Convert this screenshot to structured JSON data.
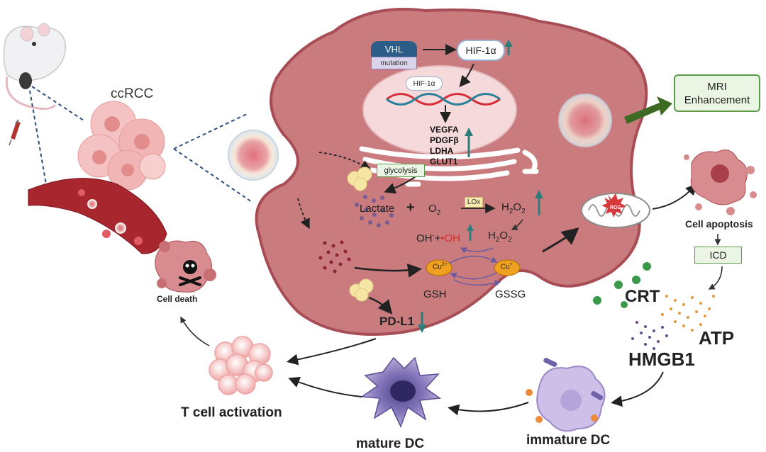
{
  "labels": {
    "ccrcc": "ccRCC",
    "vhl": "VHL",
    "mutation": "mutation",
    "hif_top": "HIF-1α",
    "hif_dna": "HIF-1α",
    "genes": [
      "VEGFA",
      "PDGFβ",
      "LDHA",
      "GLUT1"
    ],
    "glycolysis": "glycolysis",
    "lactate": "Lactate",
    "plus": "+",
    "o2_base": "O",
    "o2_sub": "2",
    "lox": "LOx",
    "h2o2_top": "H",
    "h2o2_mid": "O",
    "sub2": "2",
    "oh_minus": "OH",
    "minus": "-",
    "oh_plus": "+",
    "oh_radical": "•OH",
    "cu2": "Cu",
    "cu2_sup": "2+",
    "cu1": "Cu",
    "cu1_sup": "+",
    "gsh": "GSH",
    "gssg": "GSSG",
    "pdl1": "PD-L1",
    "ros": "ROS",
    "mri": "MRI",
    "enhancement": "Enhancement",
    "cell_apoptosis": "Cell apoptosis",
    "icd": "ICD",
    "crt": "CRT",
    "atp": "ATP",
    "hmgb1": "HMGB1",
    "immature_dc": "immature DC",
    "mature_dc": "mature DC",
    "t_cell_activation": "T cell activation",
    "cell_death": "Cell death"
  },
  "colors": {
    "cell_fill": "#c97b7e",
    "cell_stroke": "#a84d55",
    "nucleus": "#f6d9da",
    "teal": "#2e7d7a",
    "mri_arrow": "#3d6b23",
    "vhl_dark": "#2b5d88",
    "vhl_light": "#d9d3ec",
    "cu_fill": "#f0a020",
    "box_green": "#eaf6e3",
    "box_green_border": "#5a9a49",
    "dc_purple": "#9b8ac7",
    "dc_mature": "#6f62a8"
  }
}
